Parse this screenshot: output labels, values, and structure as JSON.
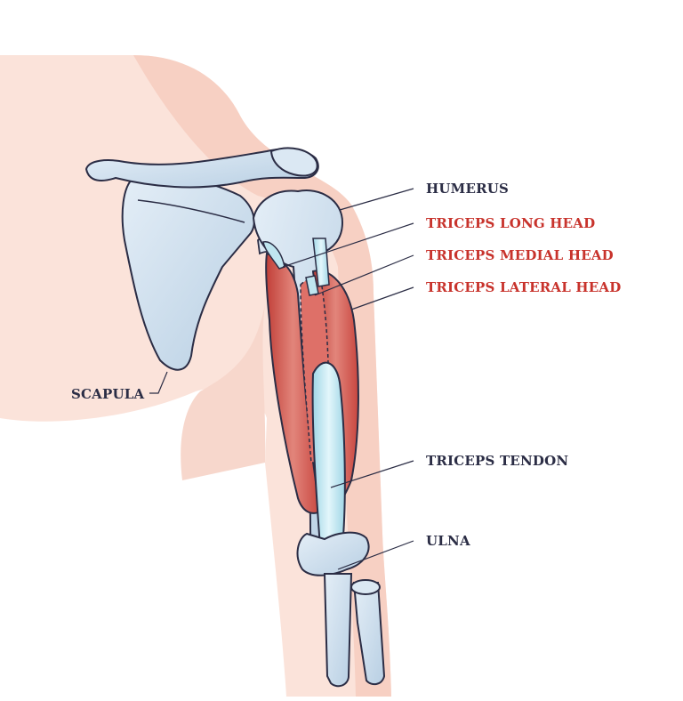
{
  "labels": {
    "humerus": "HUMERUS",
    "triceps_long_head": "TRICEPS LONG HEAD",
    "triceps_medial_head": "TRICEPS MEDIAL HEAD",
    "triceps_lateral_head": "TRICEPS LATERAL HEAD",
    "scapula": "SCAPULA",
    "triceps_tendon": "TRICEPS TENDON",
    "ulna": "ULNA"
  },
  "colors": {
    "label_dark": "#2b2d45",
    "label_accent": "#c8332c",
    "skin": "#f6d2c6",
    "bone": "#cde0ee",
    "muscle": "#d2574f",
    "tendon": "#b9e6f0"
  }
}
